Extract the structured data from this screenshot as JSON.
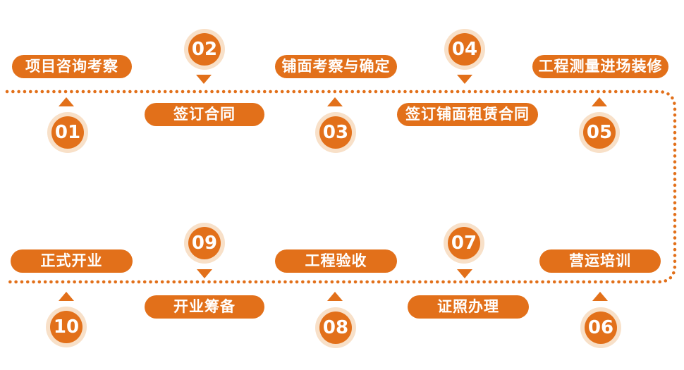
{
  "diagram": {
    "title_hint": "franchise-opening-process-flow",
    "colors": {
      "primary": "#E2701A",
      "ring": "#F8E0C8",
      "text_on_primary": "#FFFFFF",
      "background": "#FFFFFF"
    },
    "steps": [
      {
        "number": "01",
        "label": "项目咨询考察"
      },
      {
        "number": "02",
        "label": "签订合同"
      },
      {
        "number": "03",
        "label": "铺面考察与确定"
      },
      {
        "number": "04",
        "label": "签订铺面租赁合同"
      },
      {
        "number": "05",
        "label": "工程测量进场装修"
      },
      {
        "number": "06",
        "label": "营运培训"
      },
      {
        "number": "07",
        "label": "证照办理"
      },
      {
        "number": "08",
        "label": "工程验收"
      },
      {
        "number": "09",
        "label": "开业筹备"
      },
      {
        "number": "10",
        "label": "正式开业"
      }
    ]
  }
}
